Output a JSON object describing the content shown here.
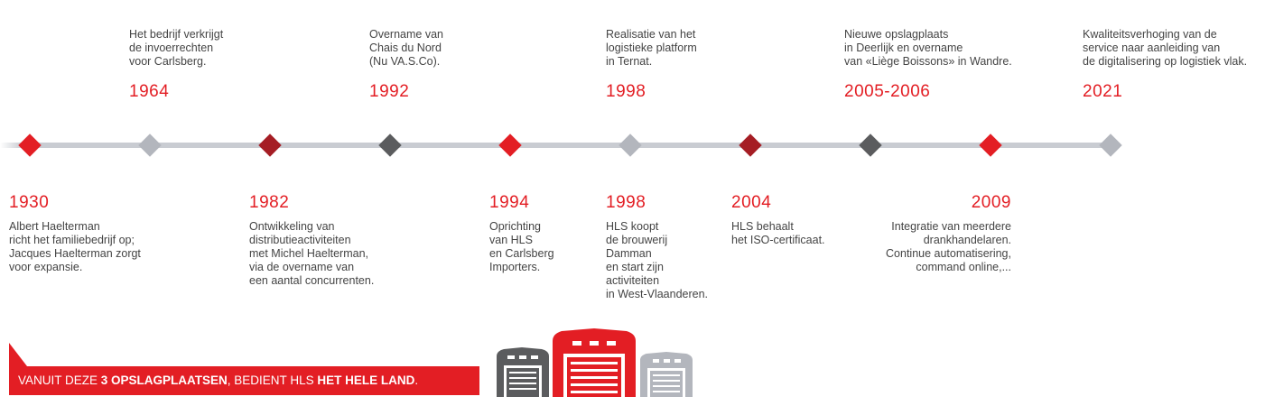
{
  "top_events": [
    {
      "year": "1964",
      "text": "Het bedrijf verkrijgt\nde invoerrechten\nvoor Carlsberg."
    },
    {
      "year": "1992",
      "text": "Overname van\nChais du Nord\n(Nu VA.S.Co)."
    },
    {
      "year": "1998",
      "text": "Realisatie van het\nlogistieke platform\nin Ternat."
    },
    {
      "year": "2005-2006",
      "text": "Nieuwe opslagplaats\nin Deerlijk en overname\nvan «Liège Boissons» in Wandre."
    },
    {
      "year": "2021",
      "text": "Kwaliteitsverhoging van de\nservice naar aanleiding van\nde digitalisering op logistiek vlak."
    }
  ],
  "bottom_events": [
    {
      "year": "1930",
      "text": "Albert Haelterman\nricht het familiebedrijf op;\nJacques Haelterman zorgt\nvoor expansie."
    },
    {
      "year": "1982",
      "text": "Ontwikkeling van\ndistributieactiviteiten\nmet Michel Haelterman,\nvia de overname van\neen aantal concurrenten."
    },
    {
      "year": "1994",
      "text": "Oprichting\nvan HLS\nen Carlsberg\nImporters."
    },
    {
      "year": "1998",
      "text": "HLS koopt\nde brouwerij\nDamman\nen start zijn\nactiviteiten\nin West-Vlaanderen."
    },
    {
      "year": "2004",
      "text": "HLS behaalt\nhet ISO-certificaat."
    },
    {
      "year": "2009",
      "text": "Integratie van meerdere\ndrankhandelaren.\nContinue automatisering,\ncommand online,..."
    }
  ],
  "banner": {
    "part1": "VANUIT DEZE ",
    "part2": "3 OPSLAGPLAATSEN",
    "part3": ", BEDIENT HLS ",
    "part4": "HET HELE LAND",
    "part5": "."
  },
  "colors": {
    "accent": "#e31e24",
    "dark_red": "#a51d24",
    "dark_grey": "#5b5c5e",
    "light_grey": "#b3b6bd",
    "line": "#c9ccd2"
  },
  "icons": {
    "timeline_markers": "diamond-icon",
    "warehouses": "warehouse-icon"
  }
}
